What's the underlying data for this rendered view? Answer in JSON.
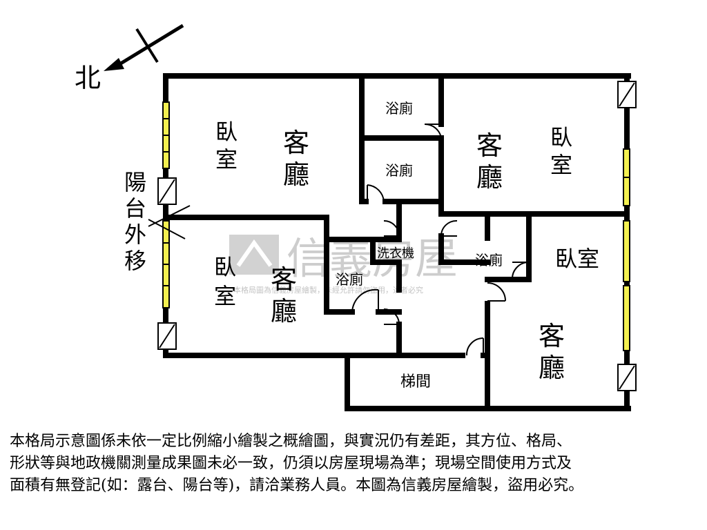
{
  "compass": {
    "label": "北"
  },
  "rooms": {
    "top_left_bedroom": [
      "臥",
      "室"
    ],
    "top_left_living": [
      "客",
      "廳"
    ],
    "bath_top": "浴廁",
    "bath_mid": "浴廁",
    "top_right_living": [
      "客",
      "廳"
    ],
    "top_right_bedroom": [
      "臥",
      "室"
    ],
    "bottom_left_bedroom": [
      "臥",
      "室"
    ],
    "bottom_left_living": [
      "客",
      "廳"
    ],
    "bath_left_small": "浴廁",
    "laundry": "洗衣機",
    "bath_right_small": "浴廁",
    "bottom_right_bedroom": "臥室",
    "bottom_right_living": [
      "客",
      "廳"
    ],
    "stairwell": "梯間"
  },
  "balcony_note": [
    "陽",
    "台",
    "外",
    "移"
  ],
  "watermark": {
    "brand": "信義房屋",
    "notice": "本格局圖為信義房屋繪製，未經允許請勿盜用，違者必究"
  },
  "disclaimer": [
    "本格局示意圖係未依一定比例縮小繪製之概繪圖，與實況仍有差距，其方位、格局、",
    "形狀等與地政機關測量成果圖未必一致，仍須以房屋現場為準；現場空間使用方式及",
    "面積有無登記(如：露台、陽台等)，請洽業務人員。本圖為信義房屋繪製，盜用必究。"
  ],
  "colors": {
    "wall": "#000000",
    "window": "#f3f050",
    "watermark": "#bdbdbd"
  }
}
